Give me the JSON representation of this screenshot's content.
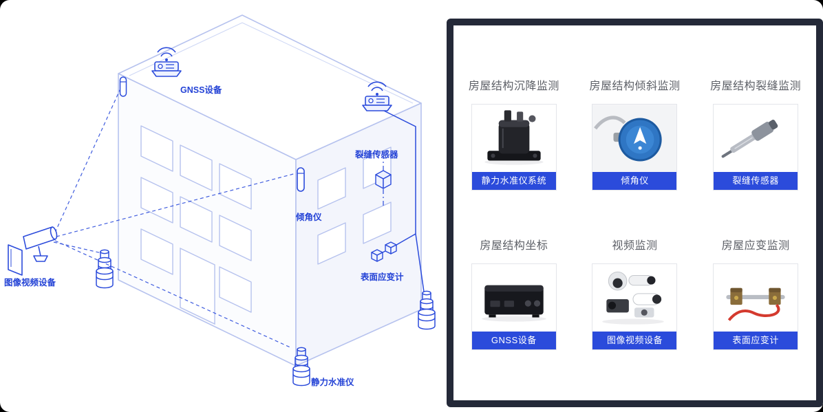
{
  "diagram": {
    "labels": {
      "gnss": "GNSS设备",
      "crack": "裂缝传感器",
      "tilt": "倾角仪",
      "strain": "表面应变计",
      "level": "静力水准仪",
      "camera": "图像视频设备"
    }
  },
  "panel": {
    "items": [
      {
        "title": "房屋结构沉降监测",
        "device": "静力水准仪系统"
      },
      {
        "title": "房屋结构倾斜监测",
        "device": "倾角仪"
      },
      {
        "title": "房屋结构裂缝监测",
        "device": "裂缝传感器"
      },
      {
        "title": "房屋结构坐标",
        "device": "GNSS设备"
      },
      {
        "title": "视频监测",
        "device": "图像视频设备"
      },
      {
        "title": "房屋应变监测",
        "device": "表面应变计"
      }
    ]
  },
  "colors": {
    "accent": "#2b4bdb",
    "building_line": "#b6c2ee",
    "panel_border": "#242938",
    "title_gray": "#5c5f66"
  }
}
